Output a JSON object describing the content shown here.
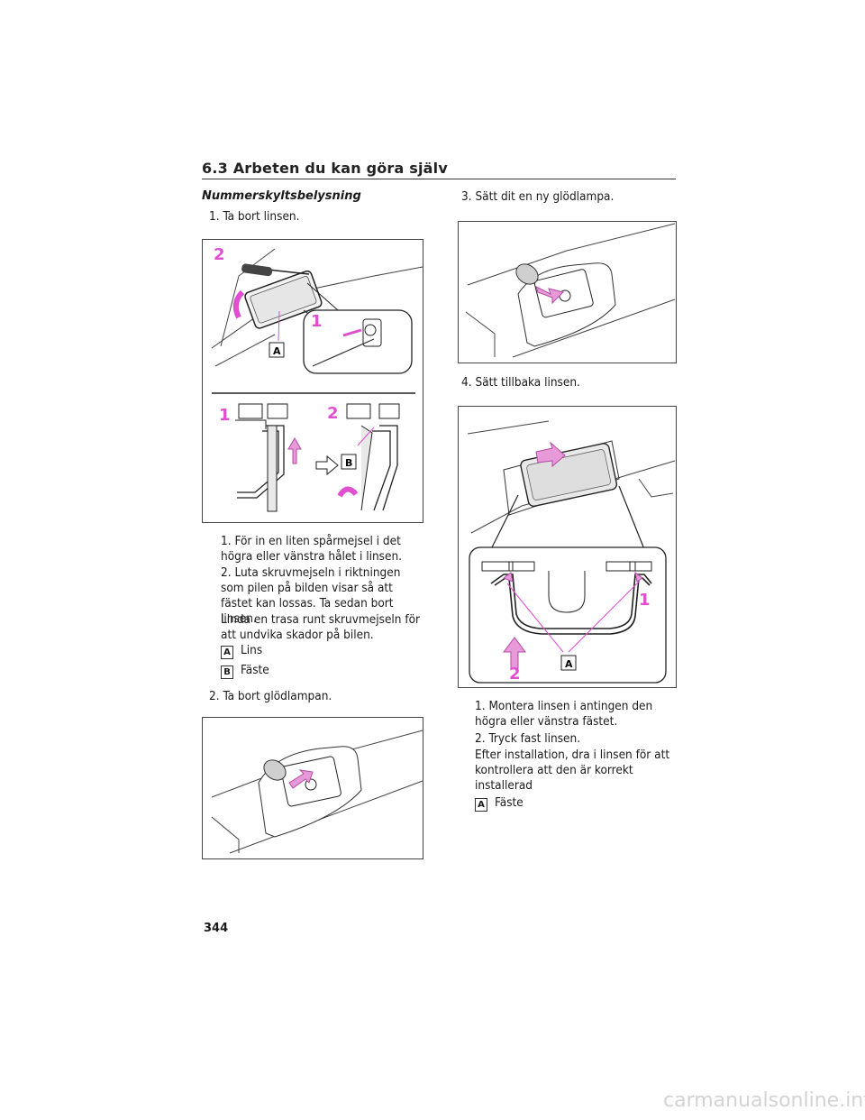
{
  "header": {
    "section_title": "6.3  Arbeten du kan göra själv"
  },
  "left": {
    "subheading": "Nummerskyltsbelysning",
    "step1": "1. Ta bort linsen.",
    "fig1": {
      "callouts": [
        "2",
        "1",
        "1",
        "2"
      ],
      "labels": [
        "A",
        "B"
      ]
    },
    "desc1": "1. För in en liten spårmejsel i det högra eller vänstra hålet i linsen.",
    "desc2": "2. Luta skruvmejseln i riktningen som pilen på bilden visar så att fästet kan lossas. Ta sedan bort linsen.",
    "desc3": "Linda en trasa runt skruvmejseln för att undvika skador på bilen.",
    "legend": [
      {
        "key": "A",
        "text": "Lins"
      },
      {
        "key": "B",
        "text": "Fäste"
      }
    ],
    "step2": "2. Ta bort glödlampan."
  },
  "right": {
    "step3": "3. Sätt dit en ny glödlampa.",
    "step4": "4. Sätt tillbaka linsen.",
    "fig4": {
      "callouts": [
        "1",
        "2"
      ],
      "labels": [
        "A"
      ]
    },
    "desc1": "1. Montera linsen i antingen den högra eller vänstra fästet.",
    "desc2": "2. Tryck fast linsen.",
    "desc3": "Efter installation, dra i linsen för att kontrollera att den är korrekt installerad",
    "legend": [
      {
        "key": "A",
        "text": "Fäste"
      }
    ]
  },
  "footer": {
    "page_number": "344",
    "watermark": "carmanualsonline.info"
  },
  "colors": {
    "callout": "#e04fd0",
    "arrow_fill": "#e89ad8"
  }
}
